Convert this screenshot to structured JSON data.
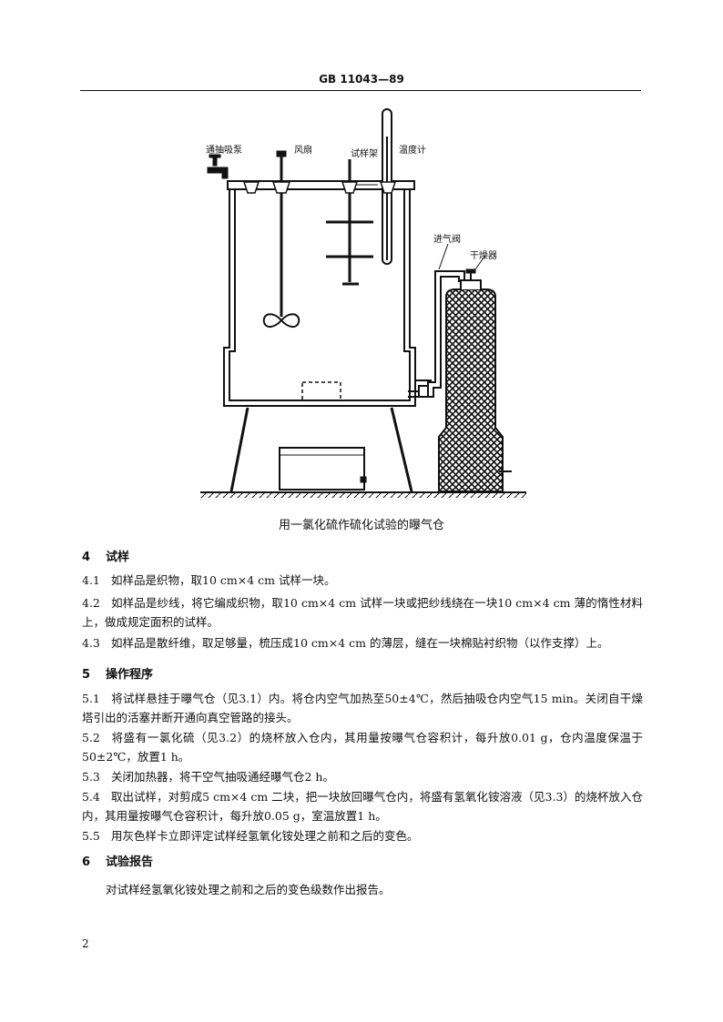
{
  "header": {
    "code": "GB 11043—89"
  },
  "figure": {
    "labels": {
      "pump": "通抽吸泵",
      "fan": "风扇",
      "rack": "试样架",
      "thermometer": "温度计",
      "inlet_valve": "进气阀",
      "dryer": "干燥器"
    },
    "caption": "用一氯化硫作硫化试验的曝气仓"
  },
  "sections": [
    {
      "number": "4",
      "title": "试样"
    },
    {
      "number": "5",
      "title": "操作程序"
    },
    {
      "number": "6",
      "title": "试验报告"
    }
  ],
  "paragraphs": {
    "p4_1": {
      "number": "4.1",
      "text": "如样品是织物，取10 cm×4 cm 试样一块。"
    },
    "p4_2": {
      "number": "4.2",
      "text": "如样品是纱线，将它编成织物，取10 cm×4 cm 试样一块或把纱线绕在一块10 cm×4 cm 薄的惰性材料上，做成规定面积的试样。"
    },
    "p4_3": {
      "number": "4.3",
      "text": "如样品是散纤维，取足够量，梳压成10 cm×4 cm 的薄层，缝在一块棉贴衬织物（以作支撑）上。"
    },
    "p5_1": {
      "number": "5.1",
      "text": "将试样悬挂于曝气仓（见3.1）内。将仓内空气加热至50±4℃，然后抽吸仓内空气15 min。关闭自干燥塔引出的活塞并断开通向真空管路的接头。"
    },
    "p5_2": {
      "number": "5.2",
      "text": "将盛有一氯化硫（见3.2）的烧杯放入仓内，其用量按曝气仓容积计，每升放0.01 g，仓内温度保温于50±2℃，放置1 h。"
    },
    "p5_3": {
      "number": "5.3",
      "text": "关闭加热器，将干空气抽吸通经曝气仓2 h。"
    },
    "p5_4": {
      "number": "5.4",
      "text": "取出试样，对剪成5 cm×4 cm 二块，把一块放回曝气仓内，将盛有氢氧化铵溶液（见3.3）的烧杯放入仓内，其用量按曝气仓容积计，每升放0.05 g，室温放置1 h。"
    },
    "p5_5": {
      "number": "5.5",
      "text": "用灰色样卡立即评定试样经氢氧化铵处理之前和之后的变色。"
    },
    "p6": {
      "text": "对试样经氢氧化铵处理之前和之后的变色级数作出报告。"
    }
  },
  "page_number": "2"
}
